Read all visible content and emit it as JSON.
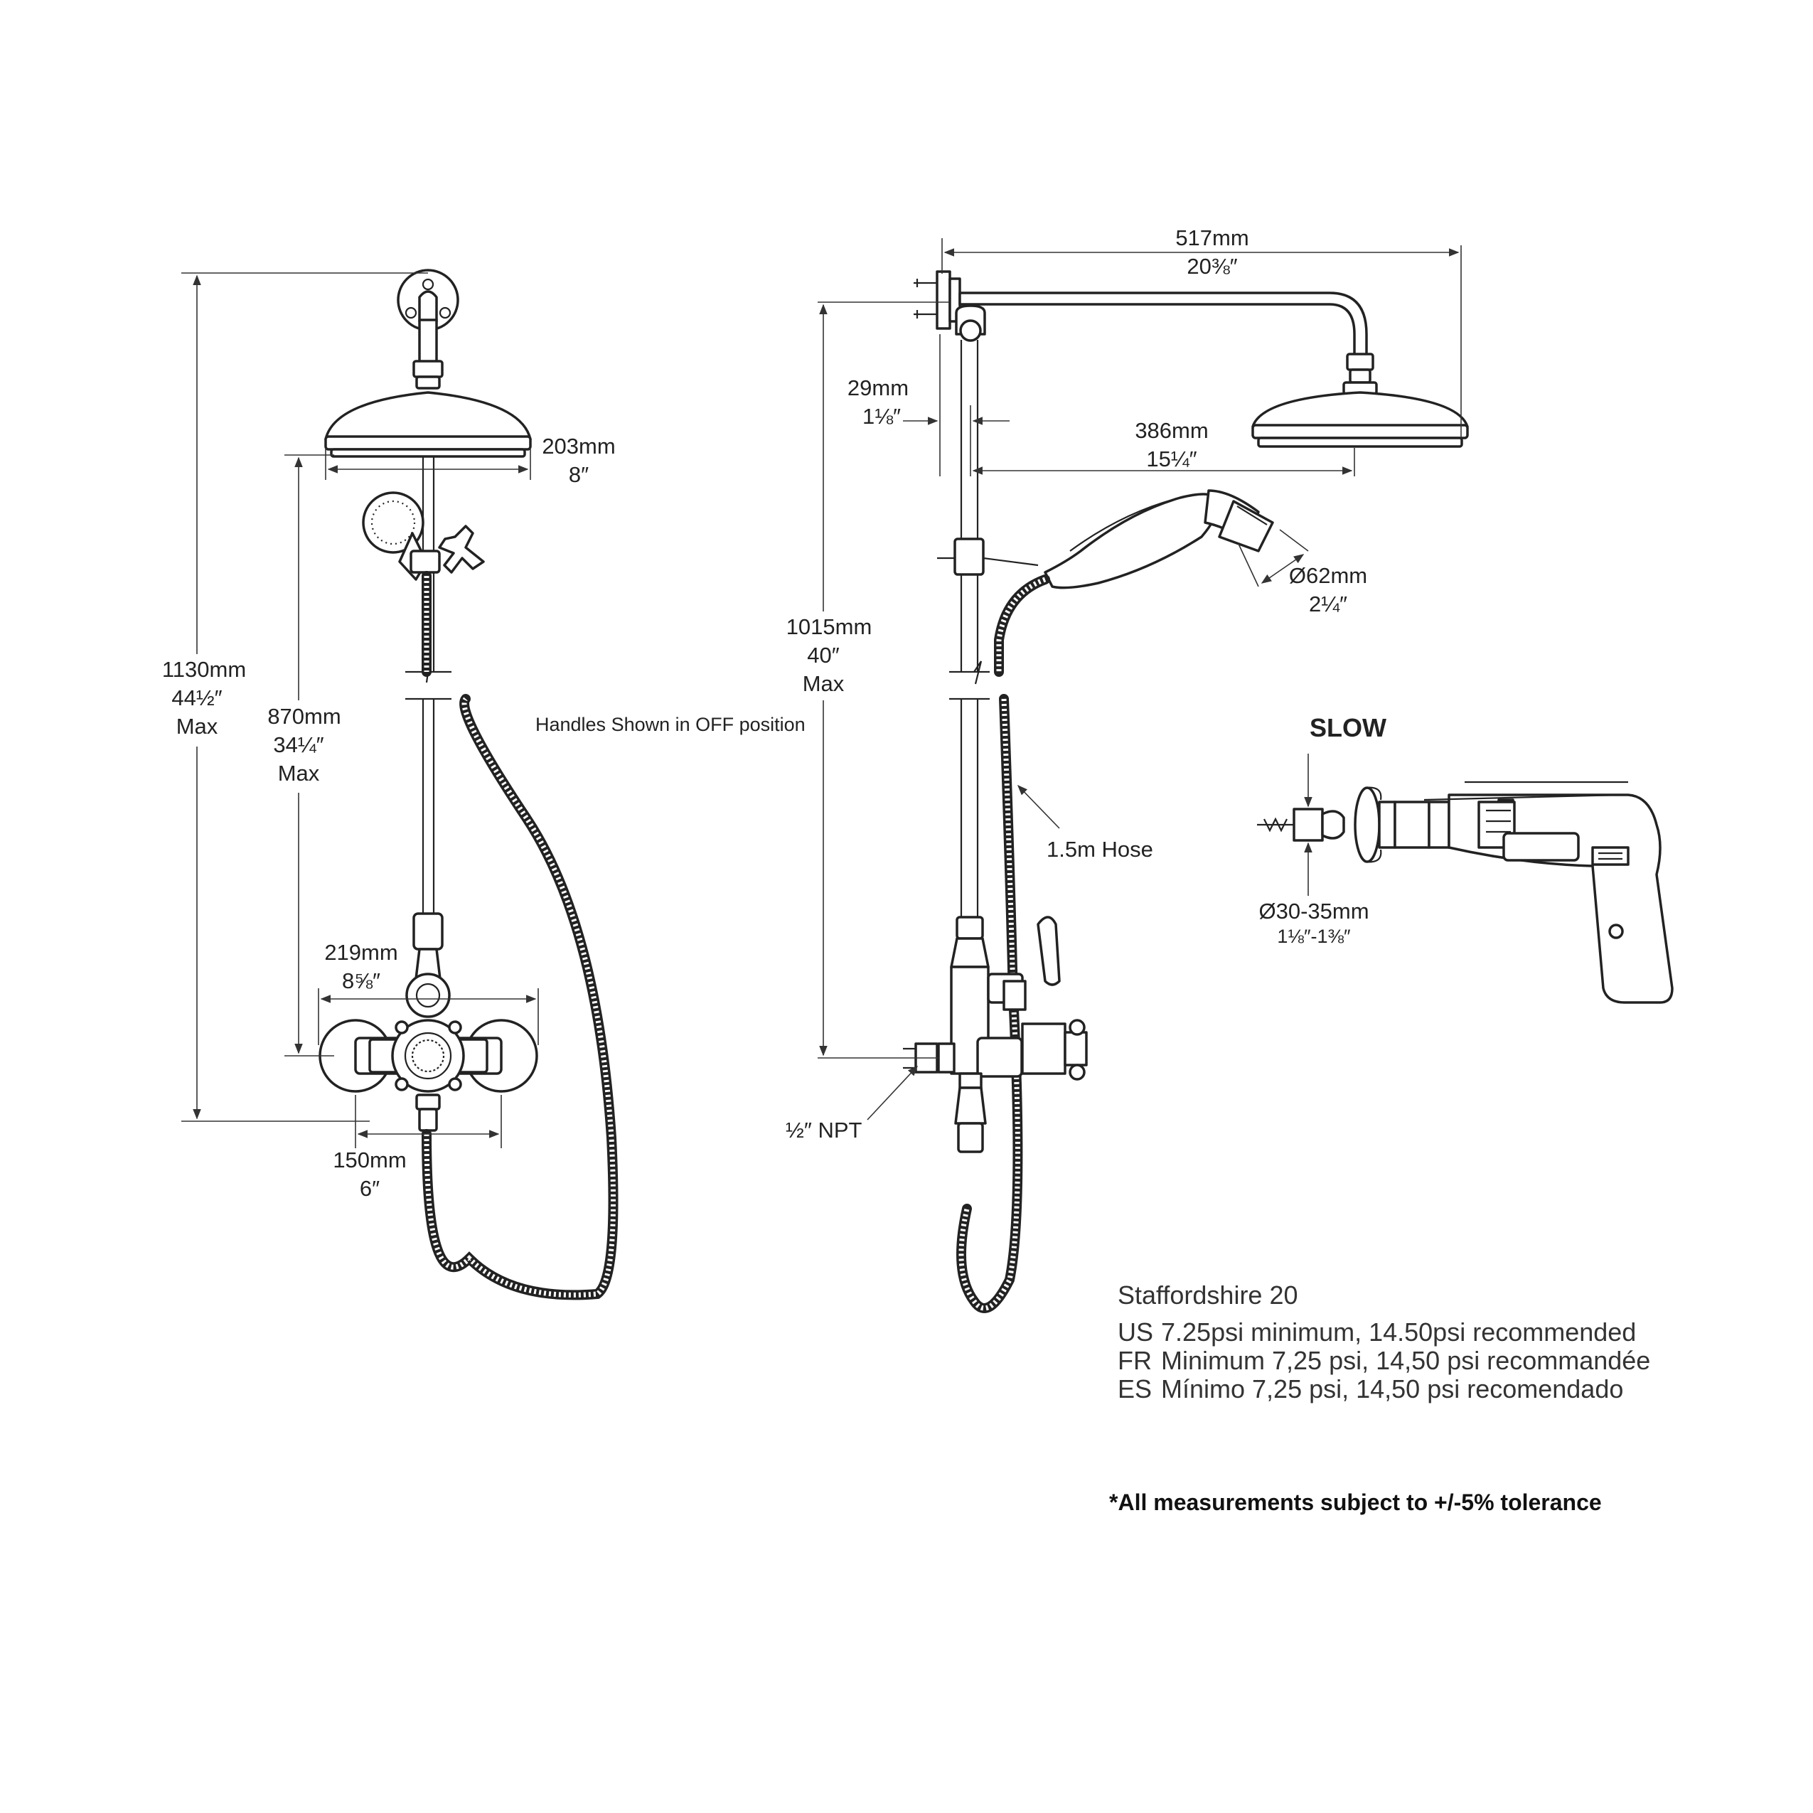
{
  "dimensions": {
    "front_total_height": {
      "mm": "1130mm",
      "in": "44½″",
      "note": "Max"
    },
    "front_riser_height": {
      "mm": "870mm",
      "in": "34¼″",
      "note": "Max"
    },
    "head_diameter": {
      "mm": "203mm",
      "in": "8″"
    },
    "valve_width": {
      "mm": "219mm",
      "in": "8⅝″"
    },
    "inlet_centers": {
      "mm": "150mm",
      "in": "6″"
    },
    "arm_projection": {
      "mm": "517mm",
      "in": "20⅜″"
    },
    "wall_offset": {
      "mm": "29mm",
      "in": "1⅛″"
    },
    "head_reach": {
      "mm": "386mm",
      "in": "15¼″"
    },
    "handset_diameter": {
      "mm": "Ø62mm",
      "in": "2¼″"
    },
    "side_height": {
      "mm": "1015mm",
      "in": "40″",
      "note": "Max"
    },
    "drill_hole": {
      "mm": "Ø30-35mm",
      "in": "1⅛″-1⅜″"
    }
  },
  "labels": {
    "handles_note": "Handles Shown in OFF position",
    "hose": "1.5m Hose",
    "npt": "½″ NPT",
    "drill_speed": "SLOW"
  },
  "spec": {
    "model": "Staffordshire 20",
    "lines": [
      {
        "code": "US",
        "text": "7.25psi minimum, 14.50psi recommended"
      },
      {
        "code": "FR",
        "text": "Minimum 7,25 psi, 14,50 psi recommandée"
      },
      {
        "code": "ES",
        "text": "Mínimo 7,25 psi, 14,50 psi recomendado"
      }
    ]
  },
  "tolerance_note": "*All measurements subject to +/-5% tolerance"
}
